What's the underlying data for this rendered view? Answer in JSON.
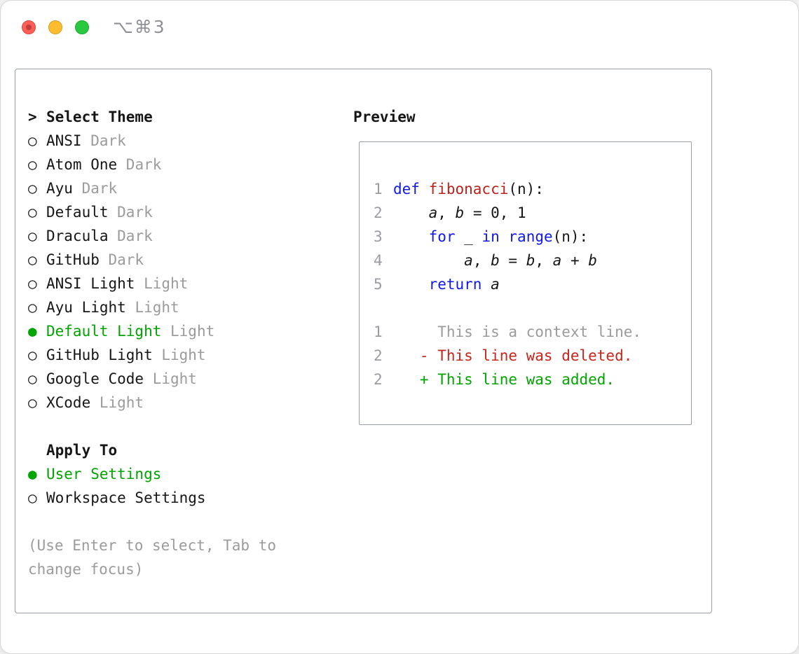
{
  "colors": {
    "text": "#161616",
    "muted": "#9b9b9b",
    "line-number": "#9b9ba1",
    "accent-green": "#00a400",
    "diff-red": "#c9241a",
    "keyword-blue": "#1018ee",
    "function-red": "#bb221b",
    "panel-border": "#9aa0a6",
    "window-border": "#d8d8d8",
    "tl-red": "#ff5f57",
    "tl-yellow": "#febc2e",
    "tl-green": "#28c840"
  },
  "window": {
    "shortcut": "⌥⌘3"
  },
  "theme_panel": {
    "focus_marker": ">",
    "title": "Select Theme",
    "items": [
      {
        "name": "ANSI",
        "variant": "Dark",
        "selected": false
      },
      {
        "name": "Atom One",
        "variant": "Dark",
        "selected": false
      },
      {
        "name": "Ayu",
        "variant": "Dark",
        "selected": false
      },
      {
        "name": "Default",
        "variant": "Dark",
        "selected": false
      },
      {
        "name": "Dracula",
        "variant": "Dark",
        "selected": false
      },
      {
        "name": "GitHub",
        "variant": "Dark",
        "selected": false
      },
      {
        "name": "ANSI Light",
        "variant": "Light",
        "selected": false
      },
      {
        "name": "Ayu Light",
        "variant": "Light",
        "selected": false
      },
      {
        "name": "Default Light",
        "variant": "Light",
        "selected": true
      },
      {
        "name": "GitHub Light",
        "variant": "Light",
        "selected": false
      },
      {
        "name": "Google Code",
        "variant": "Light",
        "selected": false
      },
      {
        "name": "XCode",
        "variant": "Light",
        "selected": false
      }
    ],
    "apply_to": {
      "title": "Apply To",
      "options": [
        {
          "label": "User Settings",
          "selected": true
        },
        {
          "label": "Workspace Settings",
          "selected": false
        }
      ]
    },
    "hint": "(Use Enter to select, Tab to change focus)"
  },
  "preview": {
    "title": "Preview",
    "code_lines": [
      {
        "num": "1",
        "tokens": [
          {
            "t": "def ",
            "c": "kw"
          },
          {
            "t": "fibonacci",
            "c": "fn"
          },
          {
            "t": "(n):",
            "c": "pl"
          }
        ]
      },
      {
        "num": "2",
        "tokens": [
          {
            "t": "    ",
            "c": "pl"
          },
          {
            "t": "a",
            "c": "it"
          },
          {
            "t": ", ",
            "c": "pl"
          },
          {
            "t": "b",
            "c": "it"
          },
          {
            "t": " = 0, 1",
            "c": "pl"
          }
        ]
      },
      {
        "num": "3",
        "tokens": [
          {
            "t": "    ",
            "c": "pl"
          },
          {
            "t": "for",
            "c": "kw"
          },
          {
            "t": " _ ",
            "c": "pl"
          },
          {
            "t": "in",
            "c": "kw"
          },
          {
            "t": " ",
            "c": "pl"
          },
          {
            "t": "range",
            "c": "kw"
          },
          {
            "t": "(n):",
            "c": "pl"
          }
        ]
      },
      {
        "num": "4",
        "tokens": [
          {
            "t": "        ",
            "c": "pl"
          },
          {
            "t": "a",
            "c": "it"
          },
          {
            "t": ", ",
            "c": "pl"
          },
          {
            "t": "b",
            "c": "it"
          },
          {
            "t": " = ",
            "c": "pl"
          },
          {
            "t": "b",
            "c": "it"
          },
          {
            "t": ", ",
            "c": "pl"
          },
          {
            "t": "a",
            "c": "it"
          },
          {
            "t": " + ",
            "c": "pl"
          },
          {
            "t": "b",
            "c": "it"
          }
        ]
      },
      {
        "num": "5",
        "tokens": [
          {
            "t": "    ",
            "c": "pl"
          },
          {
            "t": "return",
            "c": "kw"
          },
          {
            "t": " ",
            "c": "pl"
          },
          {
            "t": "a",
            "c": "it"
          }
        ]
      }
    ],
    "diff_lines": [
      {
        "num": "1",
        "kind": "context",
        "text": "     This is a context line."
      },
      {
        "num": "2",
        "kind": "deleted",
        "text": "   - This line was deleted."
      },
      {
        "num": "2",
        "kind": "added",
        "text": "   + This line was added."
      }
    ]
  }
}
